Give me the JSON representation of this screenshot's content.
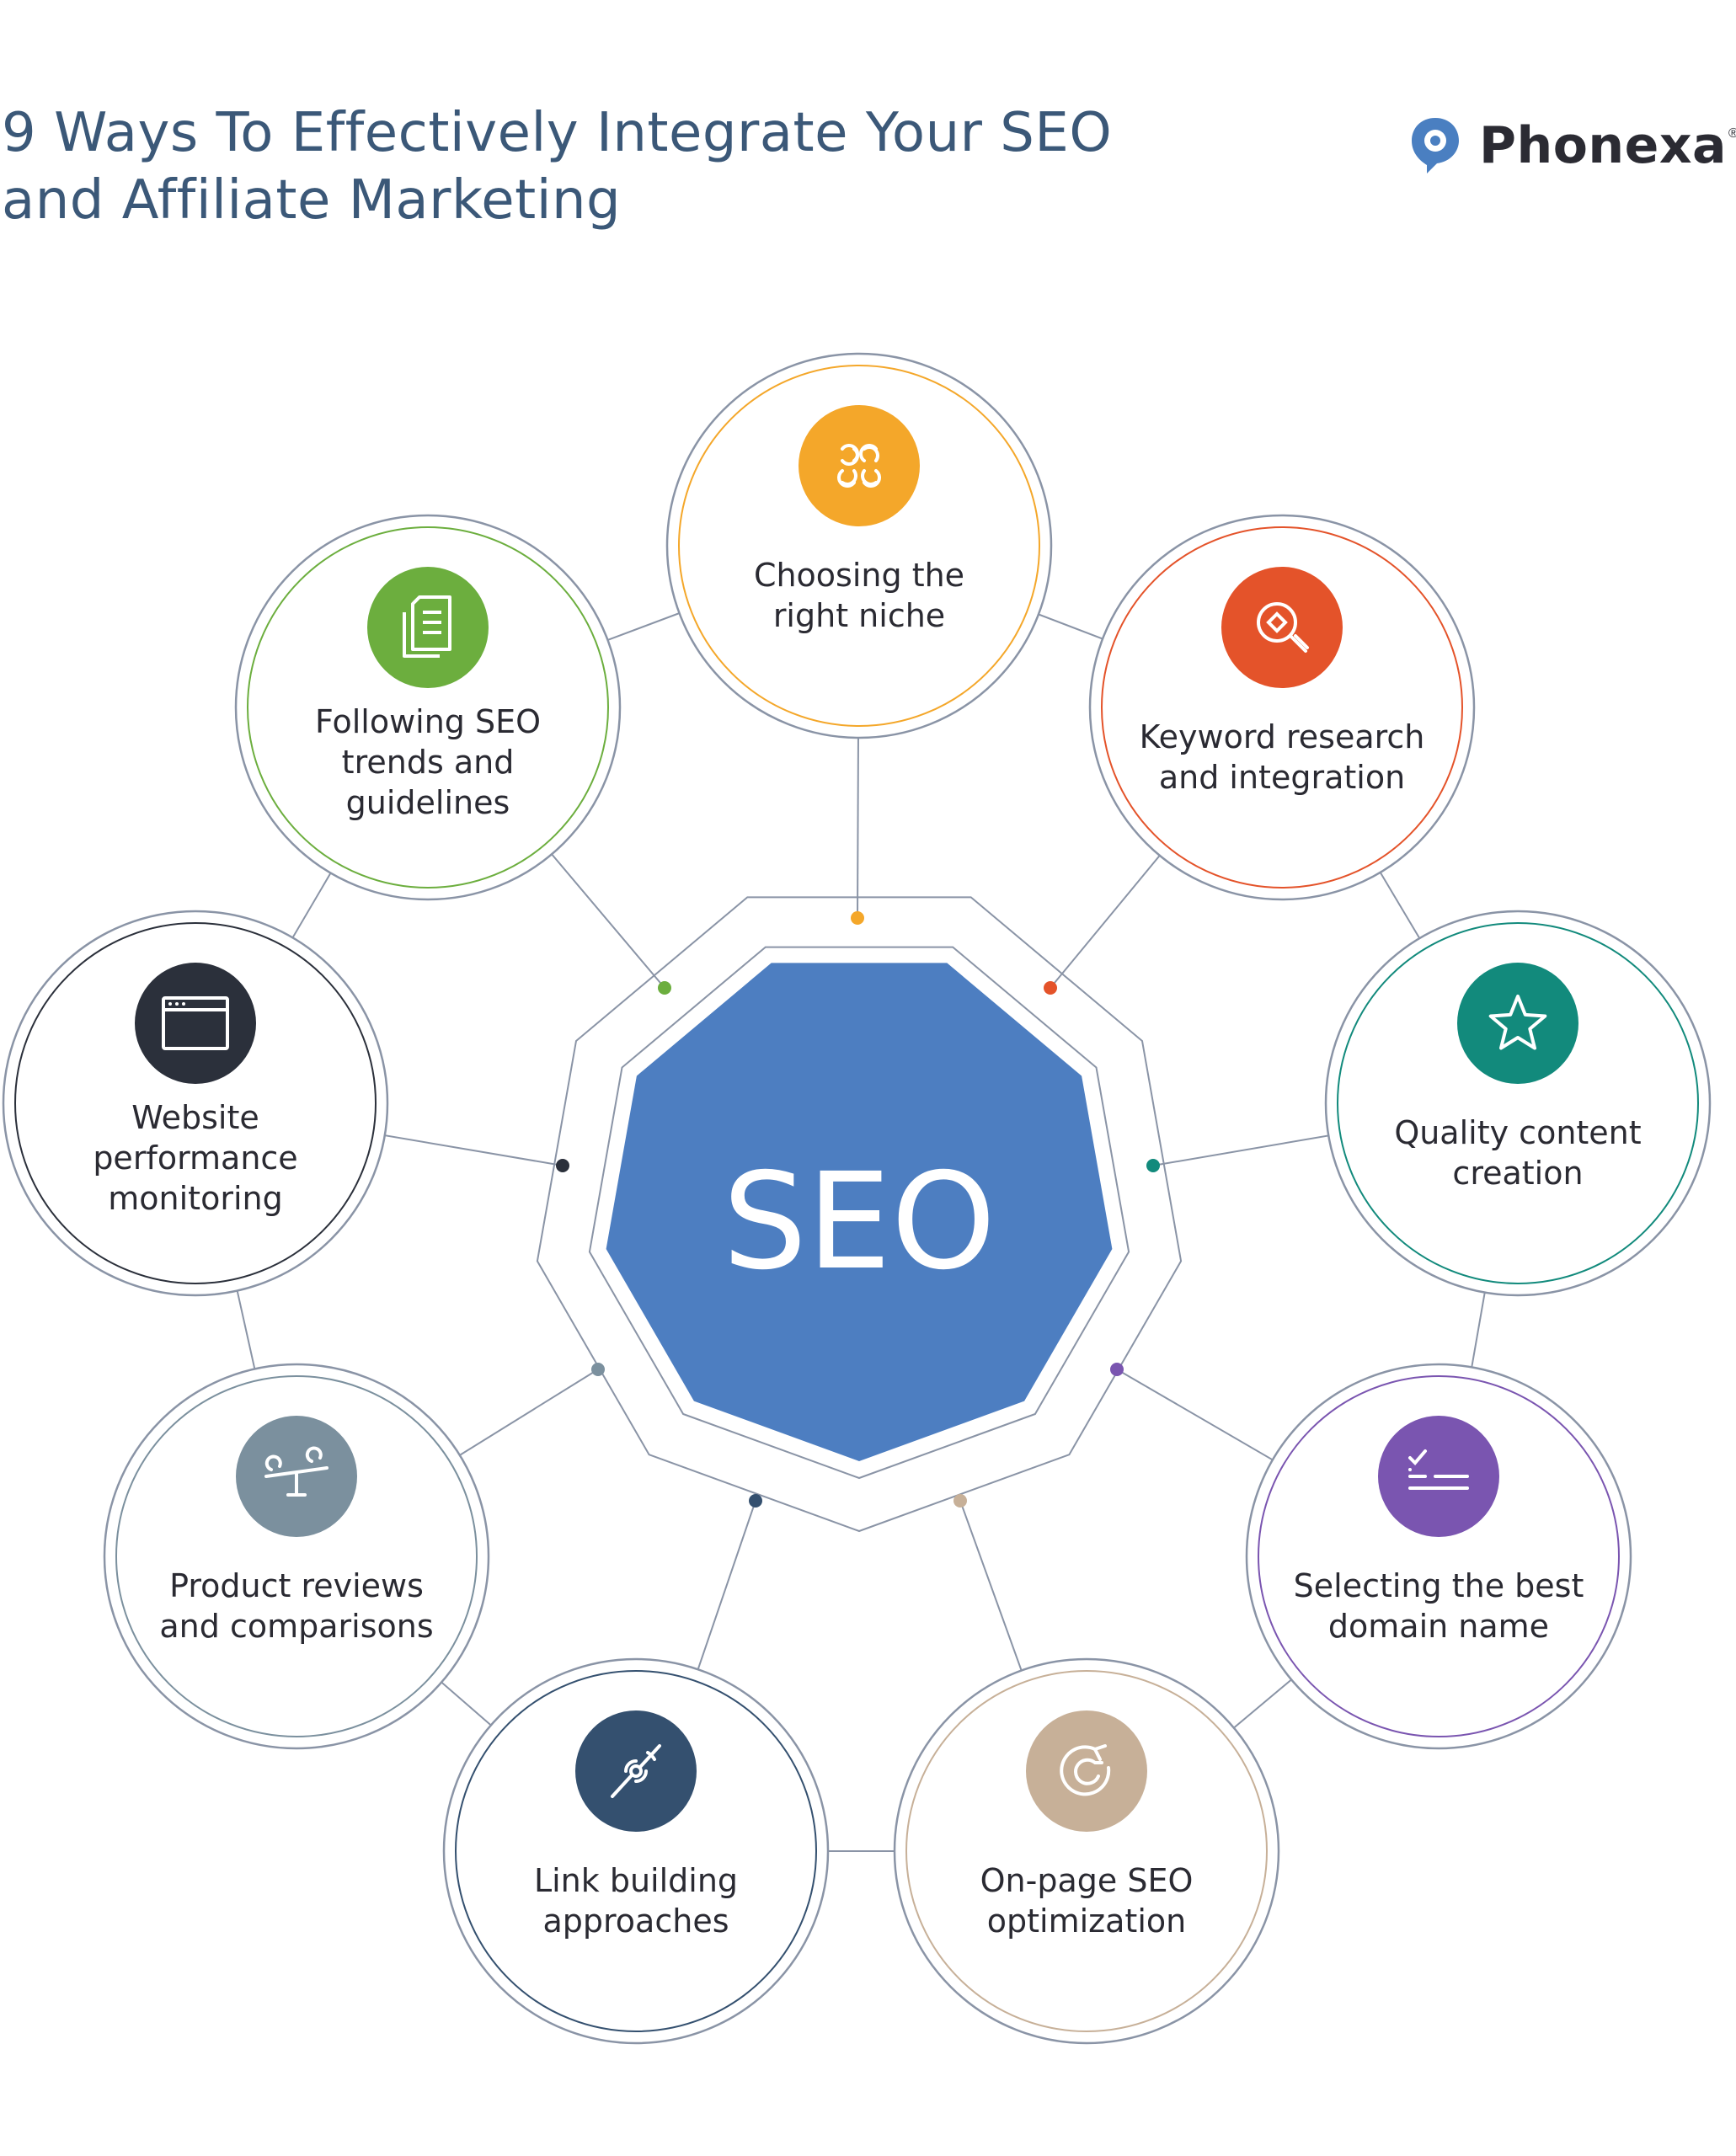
{
  "title": {
    "line1": "9 Ways To Effectively Integrate Your SEO",
    "line2": "and Affiliate Marketing"
  },
  "brand": {
    "name": "Phonexa",
    "reg": "®",
    "accent": "#4a7fc1"
  },
  "center": {
    "label": "SEO",
    "color": "#4d7ec1"
  },
  "nodes": [
    {
      "id": "niche",
      "lines": [
        "Choosing the",
        "right niche"
      ],
      "color": "#f4a72a",
      "icon": "clover-icon"
    },
    {
      "id": "keyword",
      "lines": [
        "Keyword research",
        "and integration"
      ],
      "color": "#e4532a",
      "icon": "magnifier-icon"
    },
    {
      "id": "content",
      "lines": [
        "Quality content",
        "creation"
      ],
      "color": "#128a7c",
      "icon": "star-icon"
    },
    {
      "id": "domain",
      "lines": [
        "Selecting the best",
        "domain name"
      ],
      "color": "#7a55b0",
      "icon": "checklist-icon"
    },
    {
      "id": "onpage",
      "lines": [
        "On-page SEO",
        "optimization"
      ],
      "color": "#c7b098",
      "icon": "refresh-icon"
    },
    {
      "id": "links",
      "lines": [
        "Link building",
        "approaches"
      ],
      "color": "#34506f",
      "icon": "link-icon"
    },
    {
      "id": "reviews",
      "lines": [
        "Product reviews",
        "and comparisons"
      ],
      "color": "#7b909e",
      "icon": "seesaw-icon"
    },
    {
      "id": "monitoring",
      "lines": [
        "Website",
        "performance",
        "monitoring"
      ],
      "color": "#2b303b",
      "icon": "browser-window-icon"
    },
    {
      "id": "trends",
      "lines": [
        "Following SEO",
        "trends and",
        "guidelines"
      ],
      "color": "#6cae3e",
      "icon": "documents-icon"
    }
  ]
}
